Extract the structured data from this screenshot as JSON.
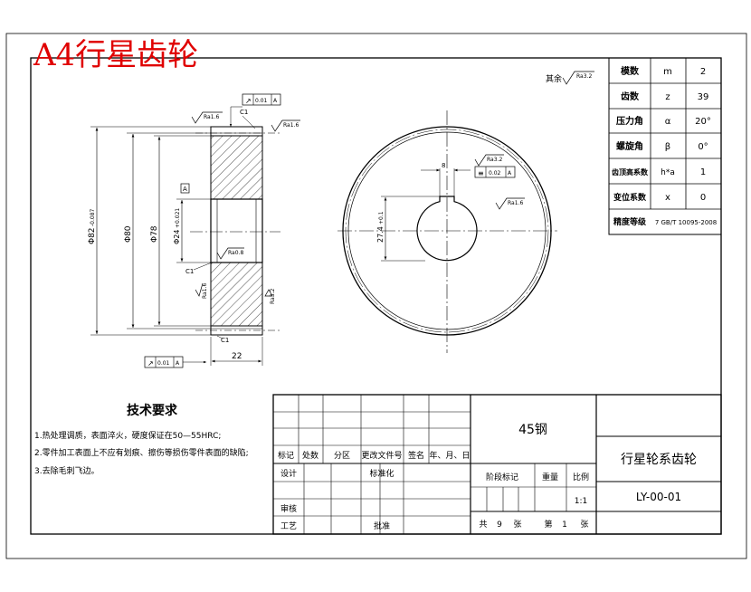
{
  "watermark": "A4行星齿轮",
  "roughness_other": "其余",
  "params": [
    {
      "name": "模数",
      "symbol": "m",
      "value": "2"
    },
    {
      "name": "齿数",
      "symbol": "z",
      "value": "39"
    },
    {
      "name": "压力角",
      "symbol": "α",
      "value": "20°"
    },
    {
      "name": "螺旋角",
      "symbol": "β",
      "value": "0°"
    },
    {
      "name": "齿顶高系数",
      "symbol": "h*a",
      "value": "1"
    },
    {
      "name": "变位系数",
      "symbol": "x",
      "value": "0"
    },
    {
      "name": "精度等级",
      "symbol": "",
      "value": "7 GB/T 10095-2008"
    }
  ],
  "dims": {
    "tip_dia": "Φ82",
    "tip_tol": "-0.087",
    "ref_dia": "Φ80",
    "root_dia": "Φ78",
    "bore_dia": "Φ24",
    "bore_tol": "+0.021",
    "keyway_depth": "27.4",
    "keyway_tol": "+0.1",
    "width": "22",
    "key_width": "8",
    "chamfer": "C1",
    "runout1": "0.01",
    "runout2": "0.01",
    "sym_tol": "0.02",
    "datum": "A",
    "ra_16": "Ra1.6",
    "ra_08": "Ra0.8",
    "ra_32": "Ra3.2"
  },
  "tech": {
    "title": "技术要求",
    "items": [
      "1.热处理调质，表面淬火，硬度保证在50—55HRC;",
      "2.零件加工表面上不应有划痕、擦伤等损伤零件表面的缺陷;",
      "3.去除毛刺飞边。"
    ]
  },
  "titleblock": {
    "material": "45钢",
    "name": "行星轮系齿轮",
    "drawing_no": "LY-00-01",
    "headers": [
      "标记",
      "处数",
      "分区",
      "更改文件号",
      "签名",
      "年、月、日"
    ],
    "design": "设计",
    "standard": "标准化",
    "review": "审核",
    "process": "工艺",
    "approve": "批准",
    "stage": "阶段标记",
    "weight": "重量",
    "scale_label": "比例",
    "scale": "1:1",
    "total": "共",
    "total_num": "9",
    "sheet_unit": "张",
    "sheet": "第",
    "sheet_num": "1"
  }
}
